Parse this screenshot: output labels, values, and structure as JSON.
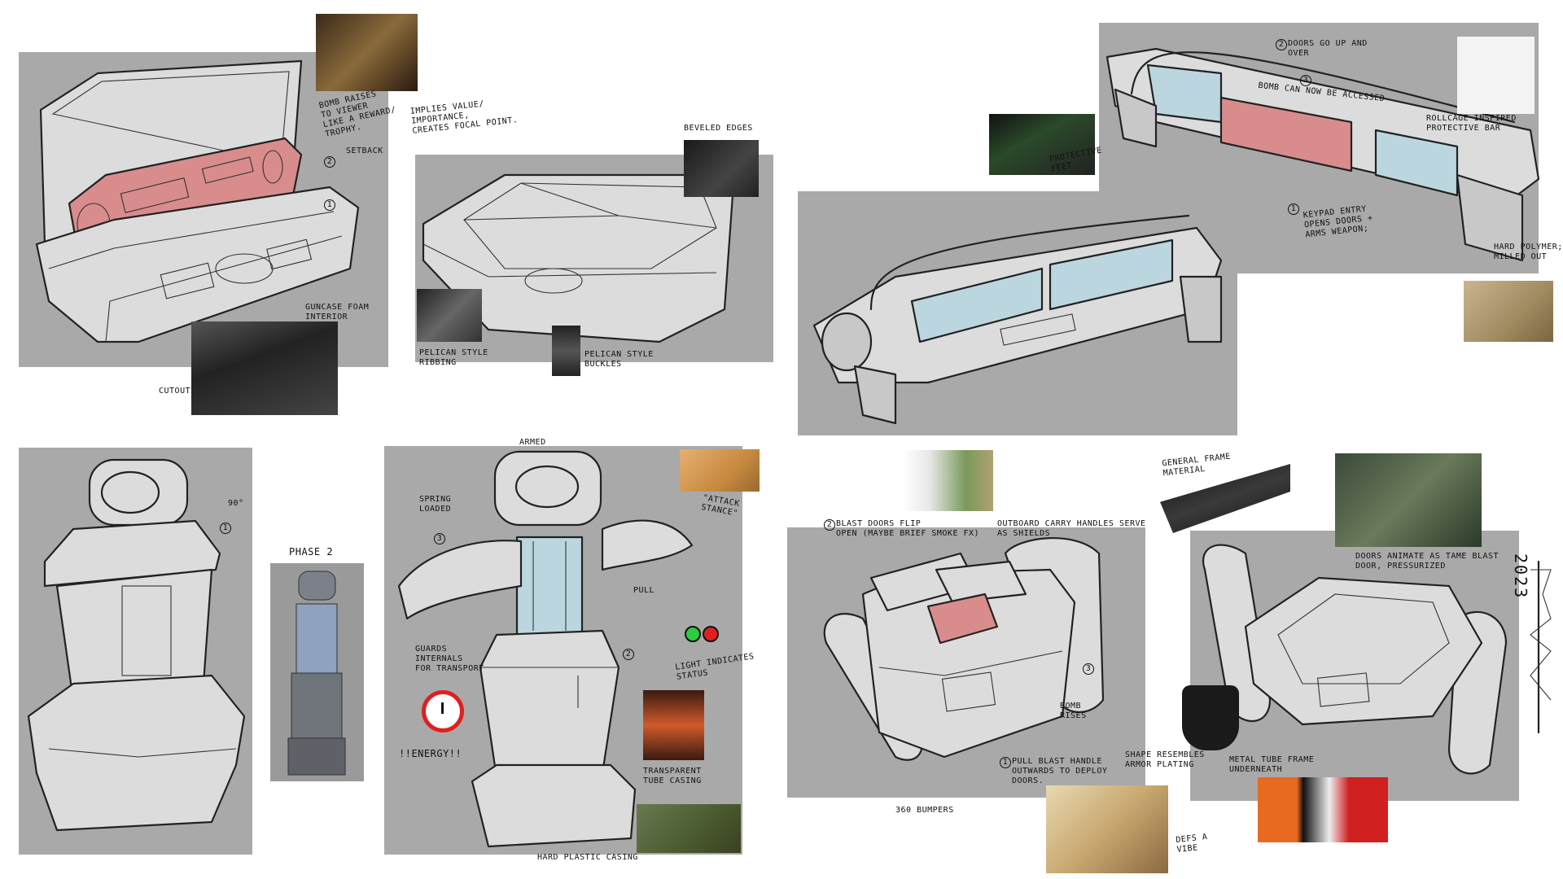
{
  "notes": {
    "bomb_raises": "BOMB RAISES\nTO VIEWER\nLIKE A REWARD/\nTROPHY.",
    "implies_value": "IMPLIES VALUE/\nIMPORTANCE,\nCREATES FOCAL POINT.",
    "setback": "SETBACK",
    "step_2a": "2",
    "step_1a": "1",
    "guncase_foam": "GUNCASE FOAM\nINTERIOR",
    "cutouts": "CUTOUTS",
    "beveled_edges": "BEVELED EDGES",
    "pelican_ribbing": "PELICAN STYLE\nRIBBING",
    "pelican_buckles": "PELICAN STYLE\nBUCKLES",
    "doors_go_up": "DOORS GO UP AND\nOVER",
    "step_2b": "2",
    "bomb_accessed": "BOMB CAN NOW BE ACCESSED",
    "step_3b": "3",
    "rollcage": "ROLLCAGE INSPIRED\nPROTECTIVE BAR",
    "protective_feet": "PROTECTIVE\nFEET",
    "keypad": "KEYPAD ENTRY\nOPENS DOORS +\nARMS WEAPON;",
    "step_1b": "1",
    "hard_polymer": "HARD POLYMER;\nMILLED OUT",
    "rotate_90": "90°",
    "step_1c": "1",
    "phase_2": "PHASE 2",
    "armed": "ARMED",
    "spring_loaded": "SPRING\nLOADED",
    "step_3c": "3",
    "attack_stance": "\"ATTACK\nSTANCE\"",
    "pull": "PULL",
    "step_2c": "2",
    "guards": "GUARDS\nINTERNALS\nFOR TRANSPORT",
    "light_status": "LIGHT INDICATES\nSTATUS",
    "energy": "!!ENERGY!!",
    "transparent_tube": "TRANSPARENT\nTUBE CASING",
    "hard_plastic": "HARD PLASTIC CASING",
    "blast_doors": "BLAST DOORS FLIP\nOPEN (MAYBE BRIEF SMOKE FX)",
    "step_2d": "2",
    "outboard_handles": "OUTBOARD CARRY HANDLES SERVE\nAS SHIELDS",
    "general_frame": "GENERAL FRAME\nMATERIAL",
    "doors_animate": "DOORS ANIMATE AS TAME BLAST\nDOOR, PRESSURIZED",
    "bomb_rises": "BOMB\nRISES",
    "step_3d": "3",
    "pull_blast_handle": "PULL BLAST HANDLE\nOUTWARDS TO DEPLOY\nDOORS.",
    "step_1d": "1",
    "shape_armor": "SHAPE RESEMBLES\nARMOR PLATING",
    "metal_tube_frame": "METAL TUBE FRAME\nUNDERNEATH",
    "bumpers": "360 BUMPERS",
    "defs_vibe": "DEFS A\nVIBE",
    "signature_year": "2023"
  },
  "colors": {
    "panel_gray": "#a9a9a9",
    "bomb_red": "#d98c8c",
    "glass_blue": "#bcd6df"
  },
  "icons": [
    "alarm-clock-icon",
    "status-light-icon",
    "rotate-arrow-icon"
  ]
}
